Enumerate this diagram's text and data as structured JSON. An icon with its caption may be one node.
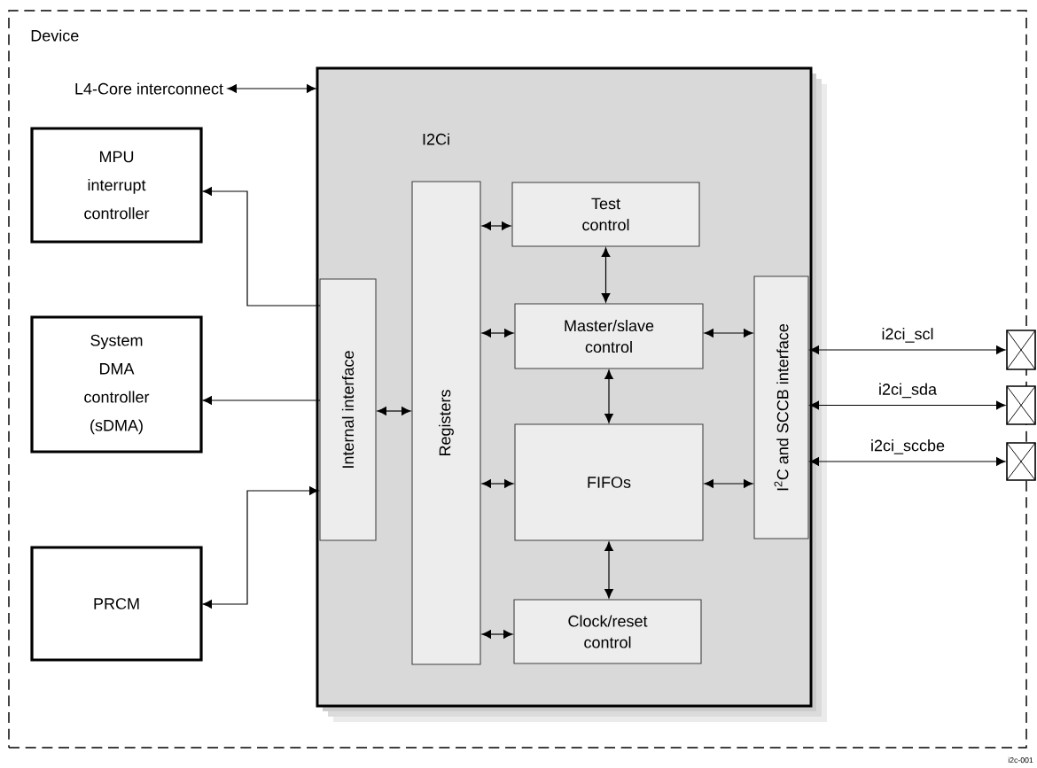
{
  "diagram": {
    "nodes": [
      {
        "text": [
          "Device"
        ]
      },
      {
        "text": [
          "L4-Core interconnect"
        ],
        "in": 0
      },
      {
        "text": [
          "I2Ci"
        ],
        "in": 0
      },
      {
        "text": [
          "MPU interrupt controller"
        ],
        "in": 0
      },
      {
        "text": [
          "System DMA controller (sDMA)"
        ],
        "in": 0
      },
      {
        "text": [
          "PRCM"
        ],
        "in": 0
      },
      {
        "text": [
          "Internal interface"
        ],
        "in": 2
      },
      {
        "text": [
          "Registers"
        ],
        "in": 2
      },
      {
        "text": [
          "Test control"
        ],
        "in": 2
      },
      {
        "text": [
          "Master/slave control"
        ],
        "in": 2
      },
      {
        "text": [
          "FIFOs"
        ],
        "in": 2
      },
      {
        "text": [
          "Clock/reset control"
        ],
        "in": 2
      },
      {
        "text": [
          "I$^{2}$C and SCCB interface"
        ],
        "in": 2
      },
      {
        "text": [],
        "shape": "box"
      },
      {
        "text": [],
        "shape": "box"
      },
      {
        "text": [],
        "shape": "box"
      }
    ],
    "edges": [
      {
        "from": 1,
        "to": 2,
        "arrow": "both"
      },
      {
        "from": 6,
        "to": 3,
        "arrow": "to"
      },
      {
        "from": 6,
        "to": 4,
        "arrow": "to"
      },
      {
        "from": 5,
        "to": 6,
        "arrow": "both"
      },
      {
        "from": 6,
        "to": 7,
        "arrow": "both"
      },
      {
        "from": 7,
        "to": 8,
        "arrow": "both"
      },
      {
        "from": 7,
        "to": 9,
        "arrow": "both"
      },
      {
        "from": 7,
        "to": 10,
        "arrow": "both"
      },
      {
        "from": 7,
        "to": 11,
        "arrow": "both"
      },
      {
        "from": 8,
        "to": 9,
        "arrow": "both"
      },
      {
        "from": 9,
        "to": 10,
        "arrow": "both"
      },
      {
        "from": 10,
        "to": 11,
        "arrow": "both"
      },
      {
        "from": 9,
        "to": 12,
        "arrow": "both"
      },
      {
        "from": 10,
        "to": 12,
        "arrow": "both"
      },
      {
        "from": 12,
        "to": 13,
        "arrow": "both",
        "label": "i2ci_scl"
      },
      {
        "from": 12,
        "to": 14,
        "arrow": "both",
        "label": "i2ci_sda"
      },
      {
        "from": 12,
        "to": 15,
        "arrow": "both",
        "label": "i2ci_sccbe"
      }
    ],
    "labels": [
      "i2c-001"
    ]
  }
}
